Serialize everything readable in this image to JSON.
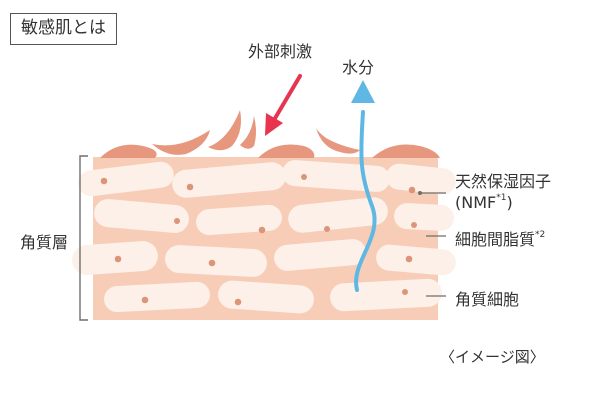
{
  "title": "敏感肌とは",
  "labels": {
    "external_stimulus": "外部刺激",
    "water": "水分",
    "stratum_corneum": "角質層",
    "nmf_line1": "天然保湿因子",
    "nmf_line2": "(NMF",
    "nmf_note": "*1",
    "nmf_close": ")",
    "intercellular_lipid": "細胞間脂質",
    "intercellular_note": "*2",
    "corneocyte": "角質細胞",
    "caption": "〈イメージ図〉"
  },
  "colors": {
    "background": "#ffffff",
    "layer_fill": "#f7cdb8",
    "cell_fill": "#fdf0e8",
    "nmf_dot": "#dd957a",
    "scale_flakes": "#e6977e",
    "stimulus_arrow": "#e8344f",
    "water_arrow": "#5fb8e3",
    "bracket": "#6e6e6e"
  }
}
